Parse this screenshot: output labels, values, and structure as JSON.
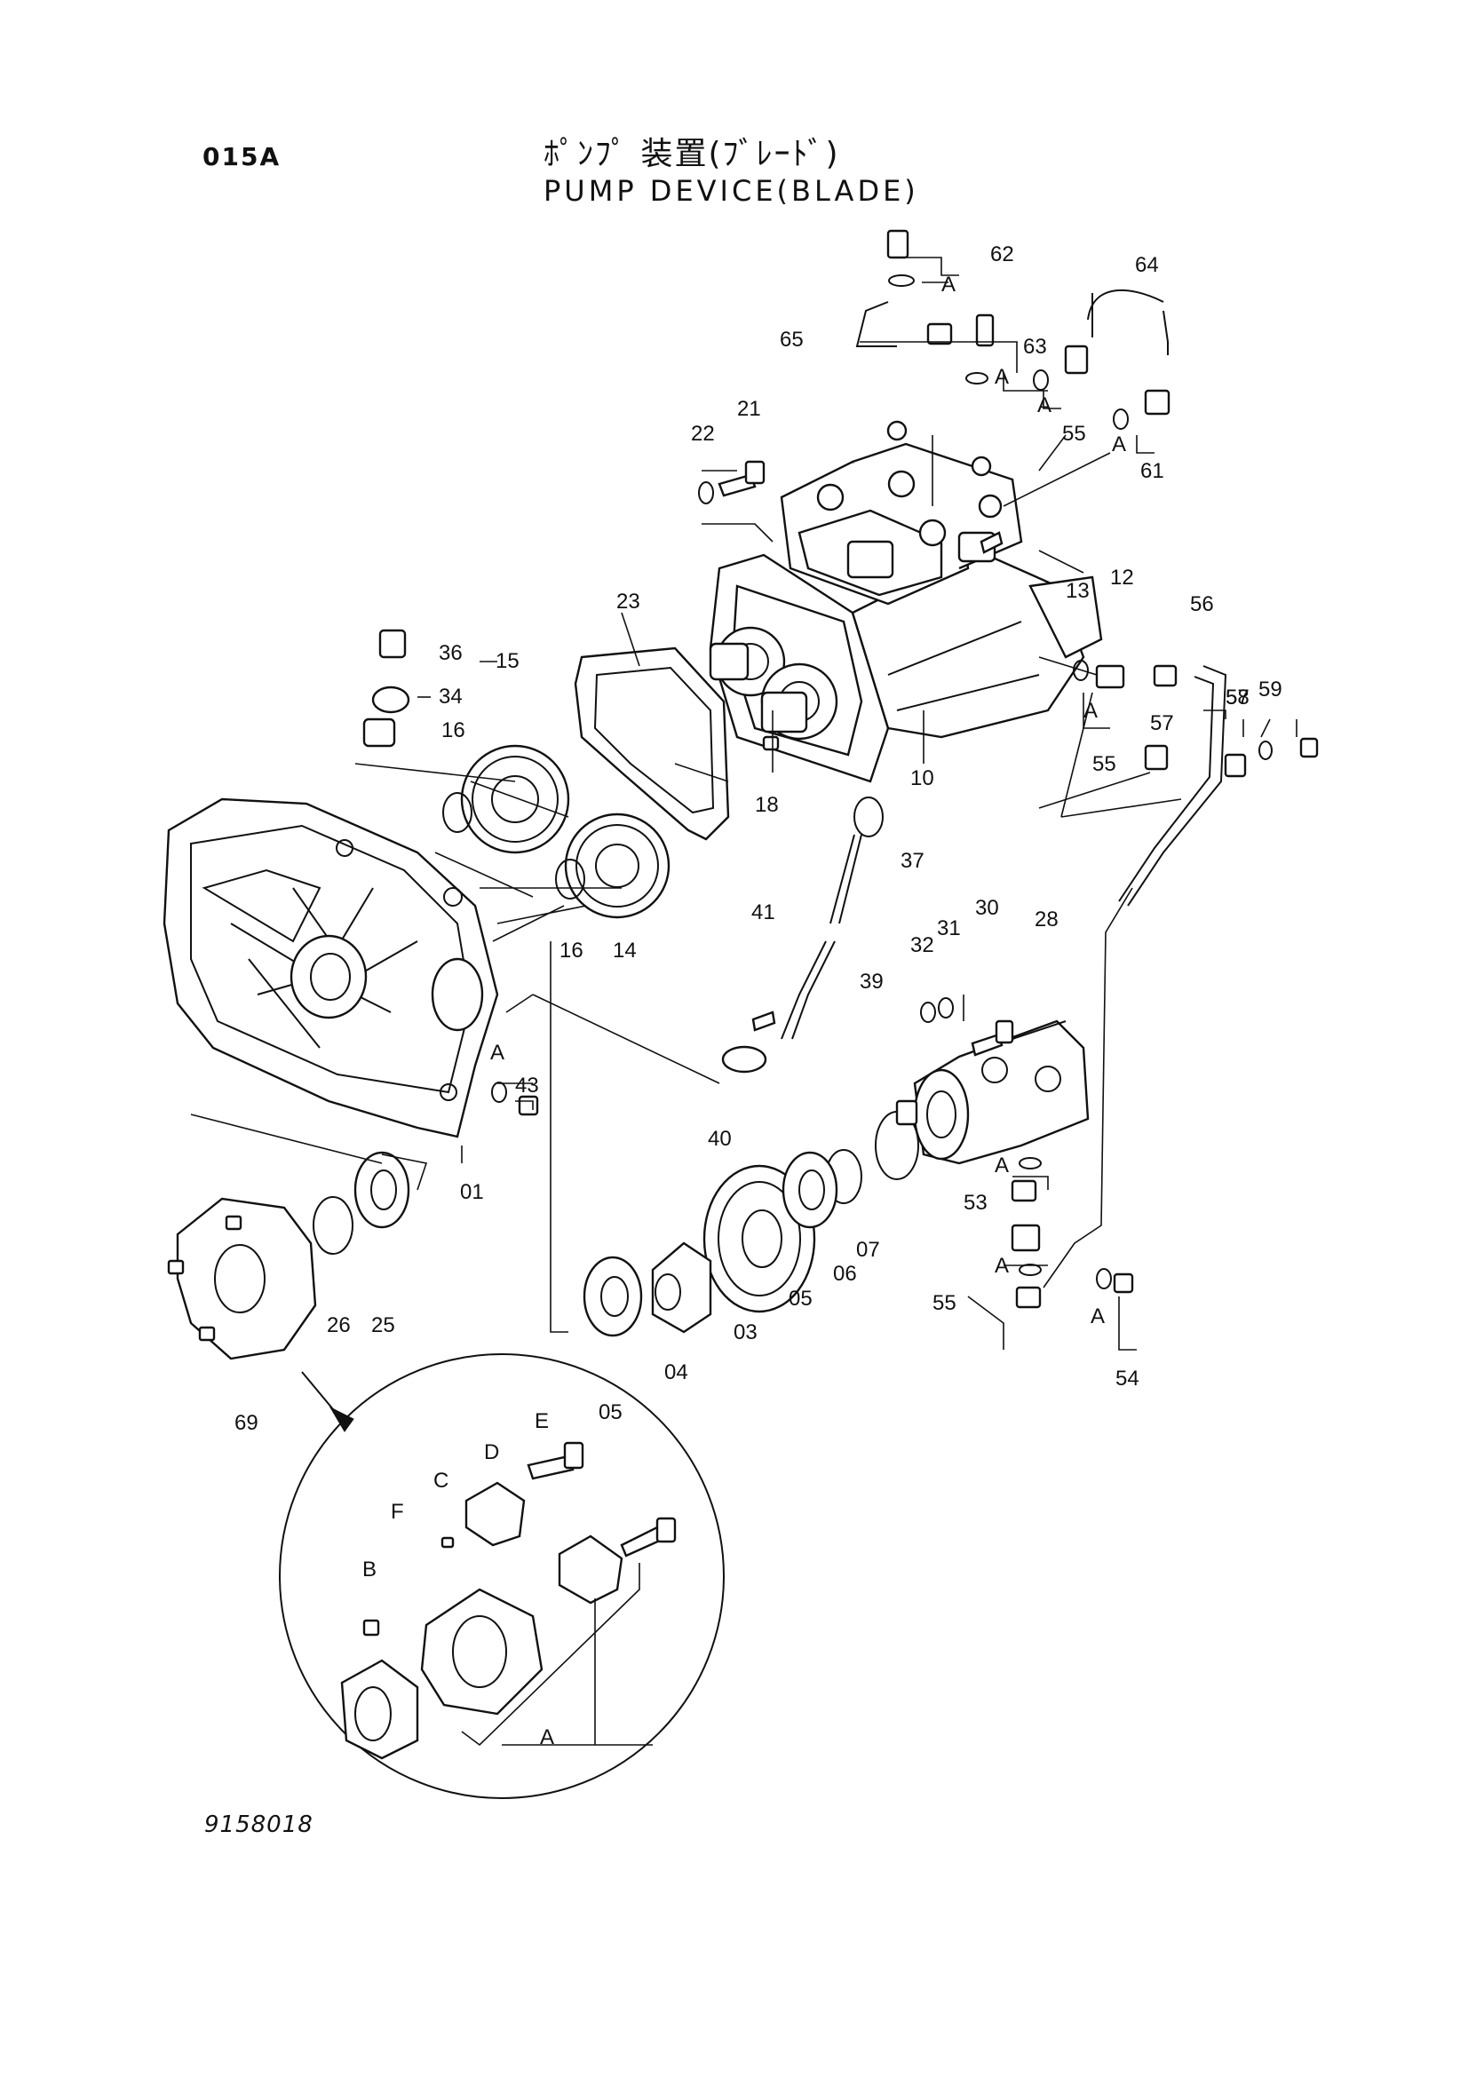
{
  "header": {
    "code": "015A",
    "title_jp": "ﾎﾟﾝﾌﾟ 装置(ﾌﾞﾚｰﾄﾞ)",
    "title_en": "PUMP  DEVICE(BLADE)"
  },
  "footer": {
    "drawing_no": "9158018"
  },
  "callouts": {
    "p01": "01",
    "p03": "03",
    "p04": "04",
    "p05a": "05",
    "p05b": "05",
    "p06": "06",
    "p07": "07",
    "p10": "10",
    "p12": "12",
    "p13": "13",
    "p14": "14",
    "p15": "15",
    "p16a": "16",
    "p16b": "16",
    "p18": "18",
    "p21": "21",
    "p22": "22",
    "p23": "23",
    "p25": "25",
    "p26": "26",
    "p28": "28",
    "p30": "30",
    "p31": "31",
    "p32": "32",
    "p34": "34",
    "p36": "36",
    "p37": "37",
    "p39": "39",
    "p40": "40",
    "p41": "41",
    "p43": "43",
    "p53": "53",
    "p54": "54",
    "p55a": "55",
    "p55b": "55",
    "p55c": "55",
    "p56": "56",
    "p57a": "57",
    "p57b": "57",
    "p58": "58",
    "p59": "59",
    "p61": "61",
    "p62": "62",
    "p63": "63",
    "p64": "64",
    "p65": "65",
    "p69": "69"
  },
  "letters": {
    "a": "A",
    "b": "B",
    "c": "C",
    "d": "D",
    "e": "E",
    "f": "F"
  },
  "icons": [
    "pump-body",
    "housing",
    "gear",
    "bearing",
    "snap-ring",
    "coupling",
    "dipstick",
    "hose",
    "fitting",
    "bolt"
  ]
}
